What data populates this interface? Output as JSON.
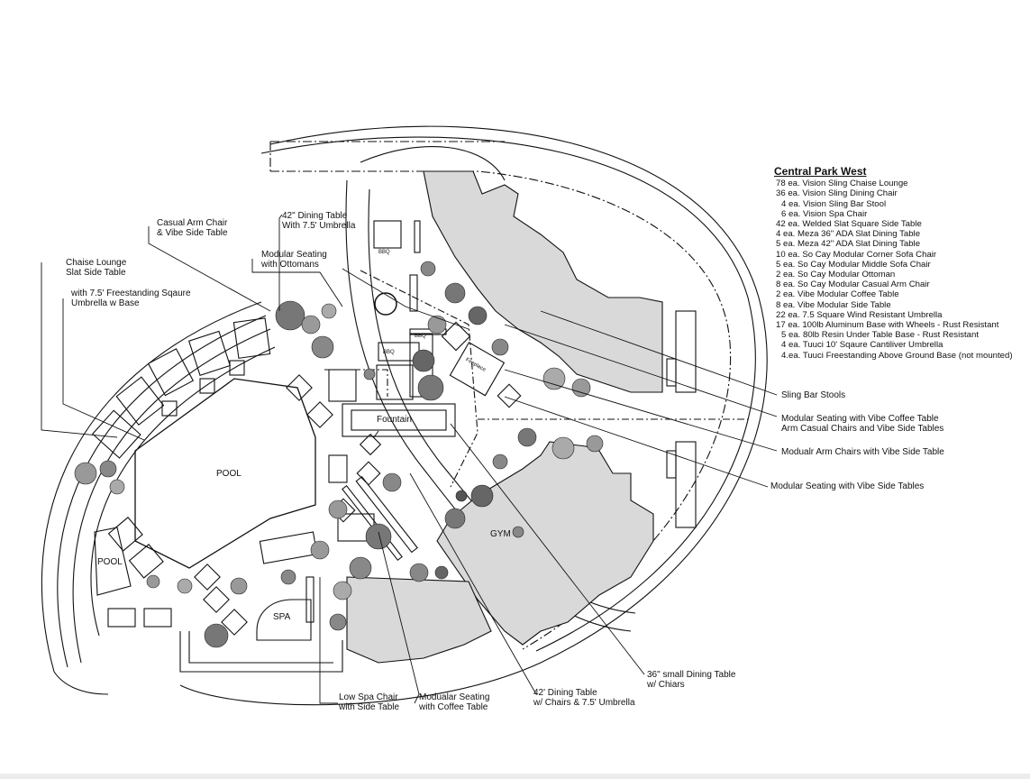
{
  "legend": {
    "title": "Central Park West",
    "items": [
      "78 ea. Vision Sling Chaise Lounge",
      "36 ea. Vision Sling Dining Chair",
      "4 ea. Vision Sling Bar Stool",
      "6 ea. Vision Spa Chair",
      "42 ea. Welded Slat Square Side Table",
      "4 ea. Meza 36\" ADA Slat Dining Table",
      "5 ea. Meza 42\" ADA Slat Dining Table",
      "10 ea. So Cay Modular Corner Sofa Chair",
      "5 ea. So Cay Modular Middle Sofa Chair",
      "2 ea. So Cay Modular Ottoman",
      "8 ea. So Cay Modular Casual Arm Chair",
      "2 ea. Vibe Modular Coffee Table",
      "8 ea. Vibe Modular Side Table",
      "22 ea. 7.5 Square Wind Resistant Umbrella",
      "17 ea. 100lb Aluminum Base with Wheels - Rust Resistant",
      "5 ea. 80lb Resin Under Table Base - Rust Resistant",
      "4 ea. Tuuci 10' Sqaure  Cantiliver Umbrella",
      "4.ea. Tuuci Freestanding Above Ground Base (not mounted)"
    ]
  },
  "callouts": {
    "casual_arm": [
      "Casual Arm Chair",
      "& Vibe Side Table"
    ],
    "dining_42_top": [
      "42\" Dining Table",
      "With 7.5' Umbrella"
    ],
    "modular_ottomans": [
      "Modular Seating",
      "with Ottomans"
    ],
    "chaise": [
      "Chaise Lounge",
      "Slat Side Table"
    ],
    "freestanding": [
      "with 7.5' Freestanding Sqaure",
      "Umbrella w Base"
    ],
    "sling_bar": [
      "Sling Bar Stools"
    ],
    "modular_coffee": [
      "Modular Seating with Vibe Coffee Table",
      "Arm Casual Chairs and Vibe Side Tables"
    ],
    "modular_arm": [
      "Modualr Arm Chairs with Vibe Side Table"
    ],
    "modular_side": [
      "Modular Seating with Vibe Side Tables"
    ],
    "small_dining": [
      "36\" small Dining Table",
      "w/ Chiars"
    ],
    "dining_42_bottom": [
      "42' Dining Table",
      "w/ Chairs & 7.5' Umbrella"
    ],
    "modular_coffee_bottom": [
      "Modualar Seating",
      "with Coffee Table"
    ],
    "low_spa": [
      "Low Spa Chair",
      "with Side Table"
    ]
  },
  "areas": {
    "pool_main": "POOL",
    "pool_small": "POOL",
    "spa": "SPA",
    "gym": "GYM",
    "fountain": "Fountain",
    "bbq_1": "BBQ",
    "bbq_2": "BBQ",
    "bbq_3": "BBQ",
    "fireplace": "Fireplace"
  },
  "colors": {
    "building_fill": "#d9d9d9",
    "line": "#111111",
    "plant_dark": "#555555",
    "plant_light": "#9a9a9a"
  }
}
